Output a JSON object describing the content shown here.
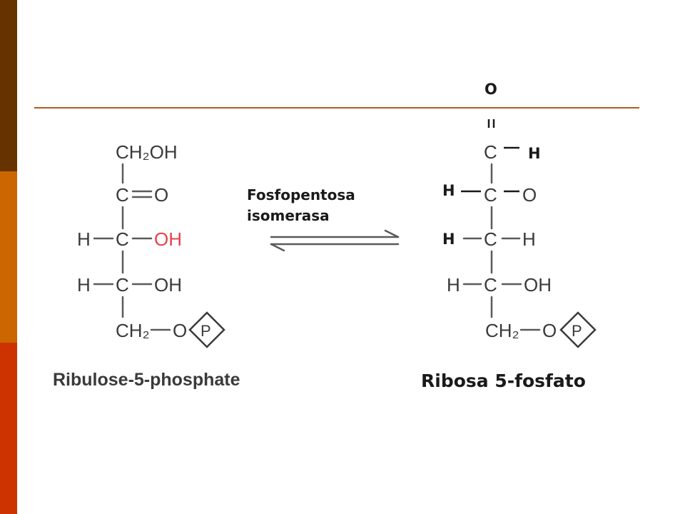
{
  "colors": {
    "bar_top": "#663300",
    "bar_middle": "#CC6600",
    "bar_bottom": "#CC3300",
    "rule": "#B35A1F",
    "highlight": "#E8424B"
  },
  "enzyme": {
    "line1": "Fosfopentosa",
    "line2": "isomerasa"
  },
  "ribulose": {
    "name": "Ribulose-5-phosphate",
    "row1": "CH₂OH",
    "carbonyl_c": "C",
    "carbonyl_o": "O",
    "row3_h": "H",
    "row3_c": "C",
    "row3_oh": "OH",
    "row4_h": "H",
    "row4_c": "C",
    "row4_oh": "OH",
    "row5_ch2": "CH₂",
    "row5_o": "O",
    "phosphate": "P"
  },
  "ribose": {
    "name": "Ribosa 5-fosfato",
    "o_top": "O",
    "c1": "C",
    "h1": "H",
    "h2_left": "H",
    "c2": "C",
    "o2": "O",
    "h3_left": "H",
    "c3": "C",
    "h3_right": "H",
    "h4": "H",
    "c4": "C",
    "oh4": "OH",
    "ch2": "CH₂",
    "o5": "O",
    "phosphate": "P"
  }
}
